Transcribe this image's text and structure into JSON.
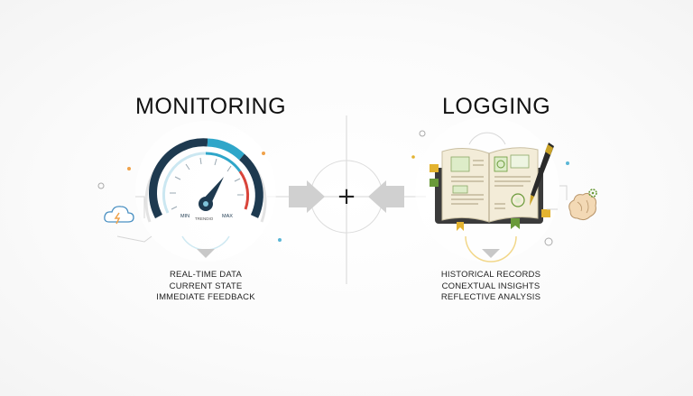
{
  "monitoring": {
    "title": "MONITORING",
    "gauge": {
      "min_label": "MIN",
      "max_label": "MAX",
      "brand": "TRENDIO"
    },
    "points": [
      "REAL-TIME DATA",
      "CURRENT STATE",
      "IMMEDIATE FEEDBACK"
    ],
    "icons": [
      "speedometer-icon",
      "cloud-lightning-icon"
    ]
  },
  "center": {
    "symbol": "+"
  },
  "logging": {
    "title": "LOGGING",
    "points": [
      "HISTORICAL RECORDS",
      "CONEXTUAL INSIGHTS",
      "REFLECTIVE ANALYSIS"
    ],
    "icons": [
      "open-book-icon",
      "pen-icon",
      "brain-gear-icon"
    ]
  },
  "colors": {
    "gauge_teal": "#2fa6c9",
    "gauge_red": "#d9443a",
    "gauge_dark": "#1e3a50",
    "book_cover": "#3b3b3b",
    "bookmark_green": "#6a9a3a",
    "bookmark_yellow": "#e3b330",
    "arrow_gray": "#cfcfcf"
  }
}
